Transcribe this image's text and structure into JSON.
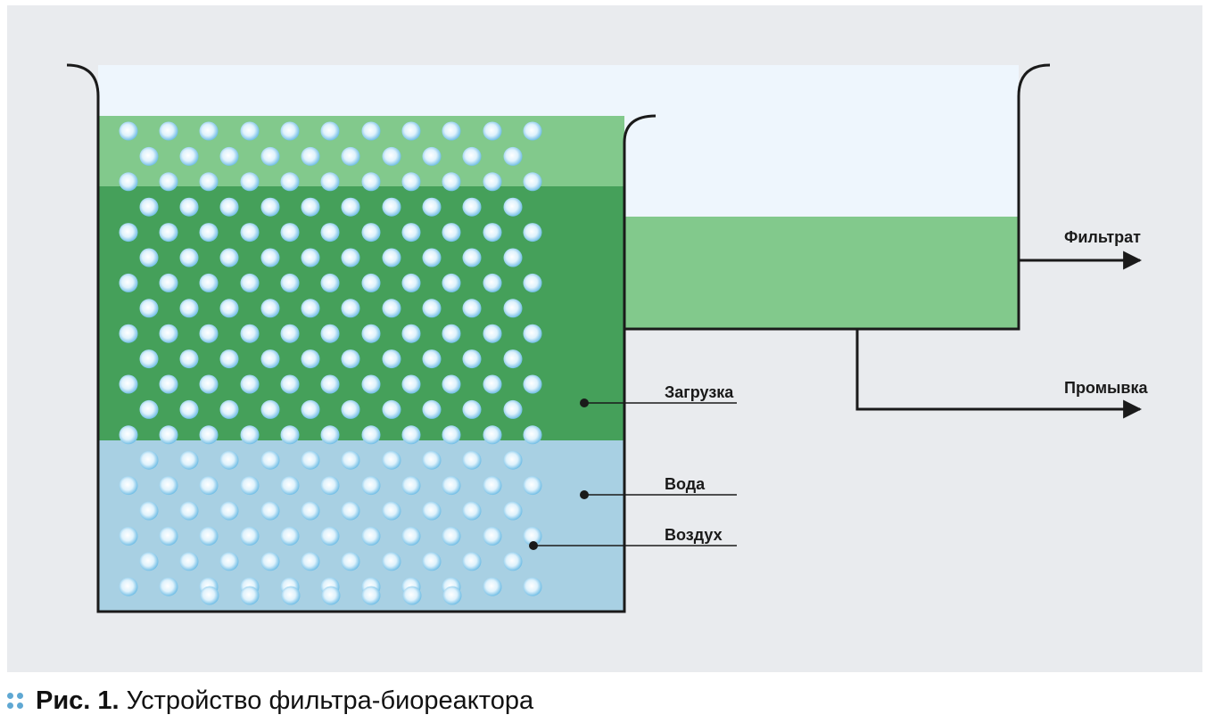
{
  "diagram": {
    "labels": {
      "loading": "Загрузка",
      "water": "Вода",
      "air": "Воздух",
      "filtrate": "Фильтрат",
      "flushing": "Промывка"
    },
    "colors": {
      "background": "#e9ebee",
      "empty_space": "#eef6fd",
      "upper_green": "#82c98c",
      "loading_green": "#45a05a",
      "water": "#a8d0e3",
      "outlet_green": "#82c98c",
      "bubble": "#cfeafa",
      "outline": "#1a1a1a"
    }
  },
  "caption": {
    "number": "Рис. 1.",
    "text": "Устройство фильтра-биореактора"
  }
}
